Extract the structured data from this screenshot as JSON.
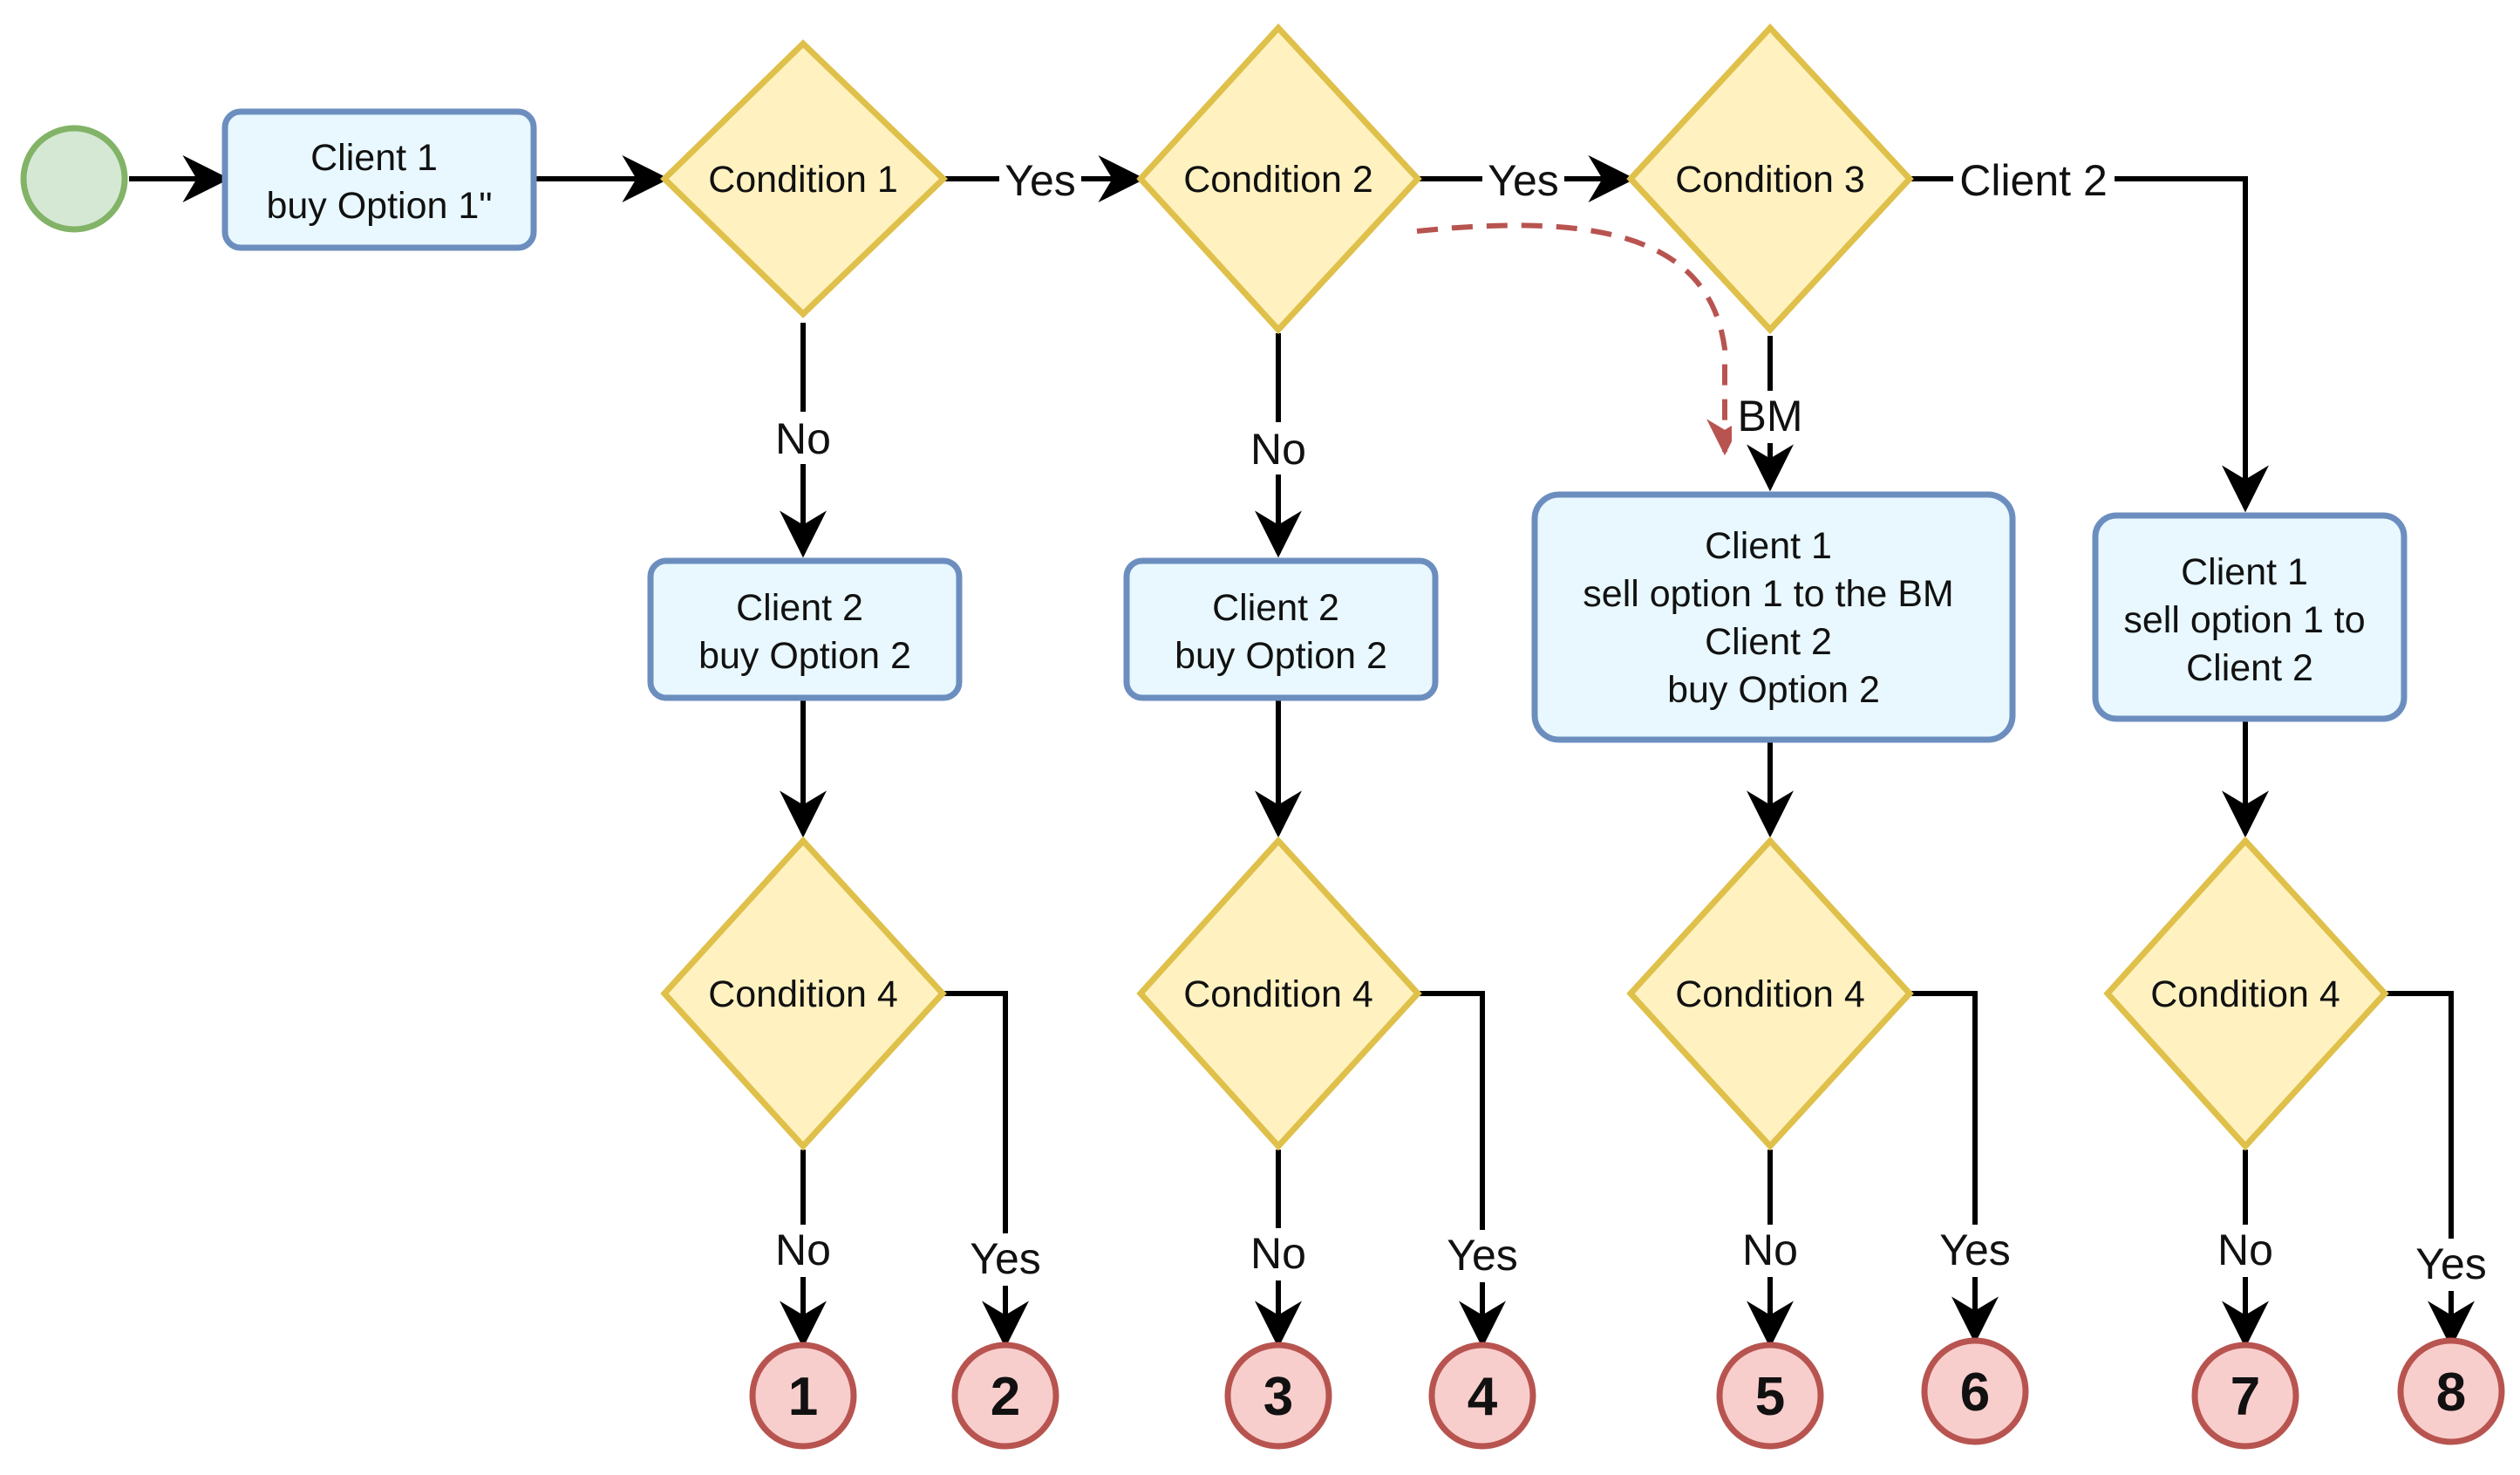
{
  "nodes": {
    "box1": {
      "lines": [
        "Client 1",
        "buy Option 1\""
      ]
    },
    "box2": {
      "lines": [
        "Client 2",
        "buy Option 2"
      ]
    },
    "box3": {
      "lines": [
        "Client 2",
        "buy Option 2"
      ]
    },
    "box4": {
      "lines": [
        "Client 1",
        "sell option 1 to the BM",
        "Client 2",
        "buy Option 2"
      ]
    },
    "box5": {
      "lines": [
        "Client 1",
        "sell option 1 to",
        "Client 2"
      ]
    },
    "cond1": "Condition 1",
    "cond2": "Condition 2",
    "cond3": "Condition 3",
    "cond4a": "Condition 4",
    "cond4b": "Condition 4",
    "cond4c": "Condition 4",
    "cond4d": "Condition 4"
  },
  "edge_labels": {
    "c1_yes": "Yes",
    "c2_yes": "Yes",
    "c3_client2": "Client 2",
    "c1_no": "No",
    "c2_no": "No",
    "c3_bm": "BM",
    "c4a_no": "No",
    "c4a_yes": "Yes",
    "c4b_no": "No",
    "c4b_yes": "Yes",
    "c4c_no": "No",
    "c4c_yes": "Yes",
    "c4d_no": "No",
    "c4d_yes": "Yes"
  },
  "ends": [
    "1",
    "2",
    "3",
    "4",
    "5",
    "6",
    "7",
    "8"
  ],
  "colors": {
    "start_fill": "#d5e8d4",
    "start_stroke": "#82b366",
    "box_fill": "#e8f8fe",
    "box_stroke": "#6c8ebf",
    "diamond_fill": "#fff2c0",
    "diamond_stroke": "#dfc04a",
    "end_fill": "#f8cecc",
    "end_stroke": "#b85450",
    "dashed_arrow": "#b85450"
  }
}
